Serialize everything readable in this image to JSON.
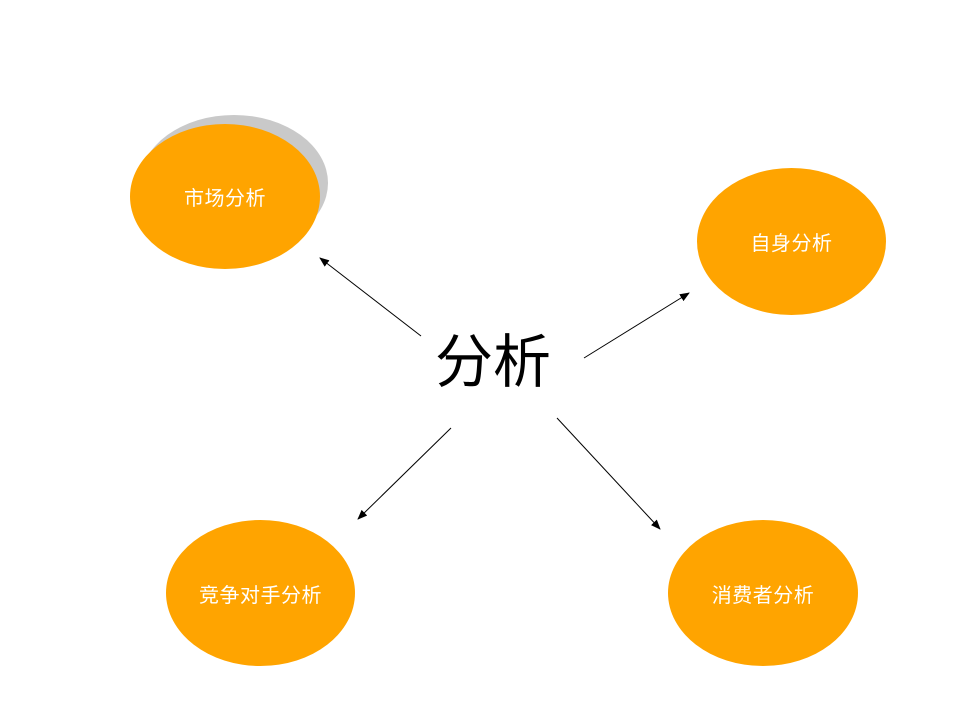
{
  "center_label": "分析",
  "nodes": {
    "market": "市场分析",
    "self": "自身分析",
    "competitor": "竞争对手分析",
    "consumer": "消费者分析"
  },
  "colors": {
    "node_fill": "#FFA400",
    "node_text": "#FFFFFF",
    "shadow": "#C9C9C9",
    "arrow": "#000000"
  }
}
